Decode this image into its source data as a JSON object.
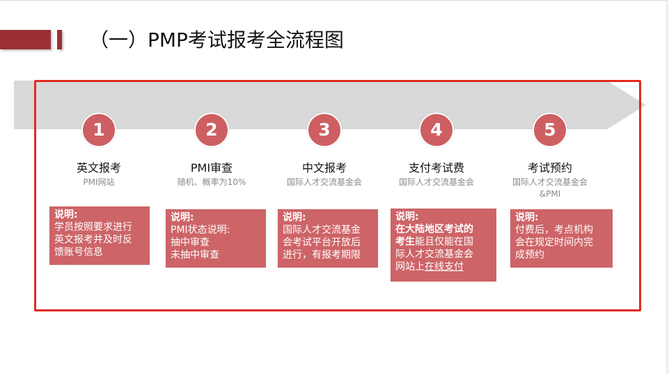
{
  "page": {
    "title": "（一）PMP考试报考全流程图"
  },
  "colors": {
    "accent_dark_red": "#9b3034",
    "circle_red": "#cd5f62",
    "note_red": "#cd6467",
    "frame_red": "#e02a1f",
    "arrow_gray": "#d9d9d9"
  },
  "steps": [
    {
      "number": "1",
      "title": "英文报考",
      "sub": [
        "PMI网站"
      ],
      "note_label": "说明:",
      "note_lines": [
        "学员按照要求进行",
        "英文报考并及时反",
        "馈账号信息"
      ]
    },
    {
      "number": "2",
      "title": "PMI审查",
      "sub": [
        "随机、概率为10%"
      ],
      "note_label": "说明:",
      "note_lines": [
        "PMI状态说明:",
        "抽中审查",
        "未抽中审查"
      ]
    },
    {
      "number": "3",
      "title": "中文报考",
      "sub": [
        "国际人才交流基金会"
      ],
      "note_label": "说明:",
      "note_lines": [
        "国际人才交流基金",
        "会考试平台开放后",
        "进行，有报考期限"
      ]
    },
    {
      "number": "4",
      "title": "支付考试费",
      "sub": [
        "国际人才交流基金会"
      ],
      "note_label": "说明:",
      "note_parts": {
        "line1_bold": "在大陆地区考试的",
        "line2_bold": "考生",
        "line2_rest": "能且仅能在国",
        "line3": "际人才交流基金会",
        "line4_plain": "网站上",
        "line4_underline": "在线支付"
      }
    },
    {
      "number": "5",
      "title": "考试预约",
      "sub": [
        "国际人才交流基金会",
        "&PMI"
      ],
      "note_label": "说明:",
      "note_lines": [
        "付费后，考点机构",
        "会在规定时间内完",
        "成预约"
      ]
    }
  ]
}
